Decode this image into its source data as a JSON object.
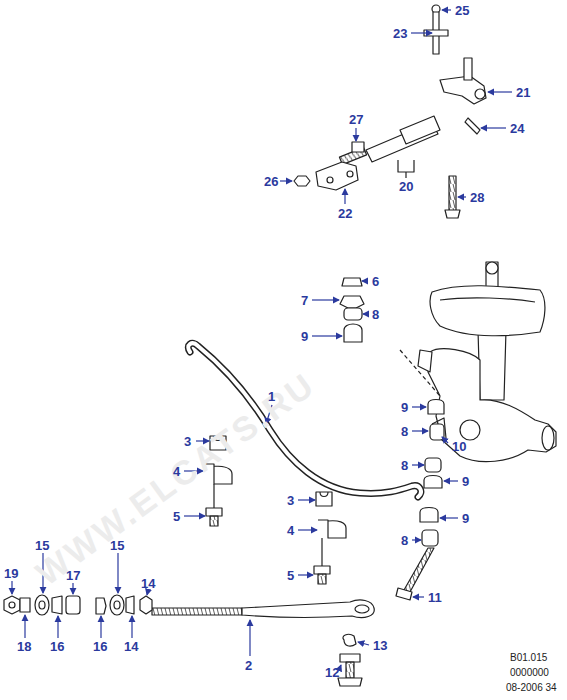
{
  "diagram": {
    "labels": [
      "25",
      "23",
      "21",
      "24",
      "27",
      "26",
      "22",
      "20",
      "28",
      "6",
      "7",
      "8",
      "9",
      "1",
      "9",
      "8",
      "10",
      "8",
      "9",
      "3",
      "4",
      "5",
      "3",
      "4",
      "5",
      "9",
      "8",
      "11",
      "19",
      "15",
      "17",
      "15",
      "14",
      "18",
      "16",
      "16",
      "14",
      "2",
      "13",
      "12",
      "B01.015",
      "0000000",
      "08-2006 34",
      "WWW.ELCATS.RU"
    ]
  }
}
